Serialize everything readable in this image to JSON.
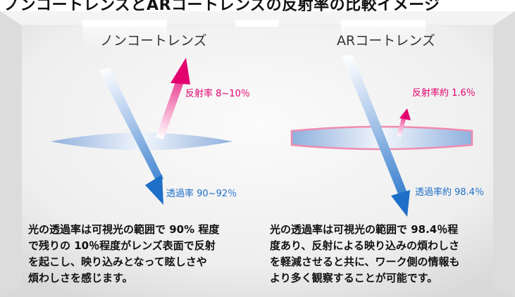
{
  "cut_title": "ノンコートレンズとARコートレンズの反射率の比較イメージ",
  "left": {
    "title": "ノンコートレンズ",
    "reflect_label": "反射率 8~10％",
    "transmit_label": "透過率 90~92％",
    "description": "光の透過率は可視光の範囲で 90% 程度\nで残りの 10％程度がレンズ表面で反射\nを起こし、映り込みとなって眩しさや\n煩わしさを感じます。"
  },
  "right": {
    "title": "ARコートレンズ",
    "reflect_label": "反射率約 1.6％",
    "transmit_label": "透過率約 98.4％",
    "description": "光の透過率は可視光の範囲で 98.4％程\n度あり、反射による映り込みの煩わしさ\nを軽減させると共に、ワーク側の情報も\nより多く観察することが可能です。"
  },
  "colors": {
    "reflect": "#e2006f",
    "transmit": "#1e6fc8",
    "lens": "#a9c3e6",
    "coating": "#f08bb0"
  }
}
